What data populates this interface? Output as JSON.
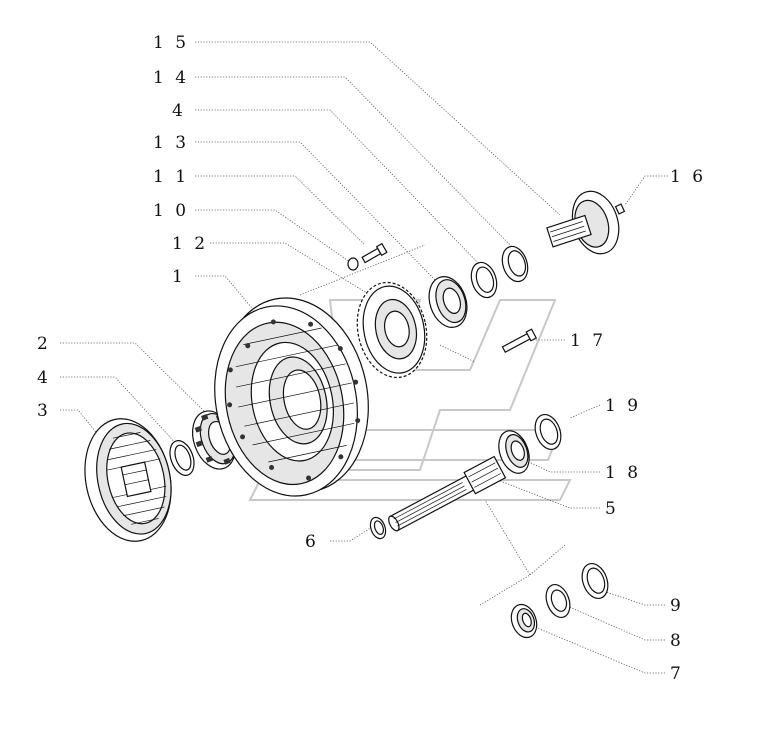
{
  "diagram": {
    "callouts": [
      {
        "id": "c15",
        "text": "1 5"
      },
      {
        "id": "c14",
        "text": "1 4"
      },
      {
        "id": "c4a",
        "text": "4"
      },
      {
        "id": "c13",
        "text": "1 3"
      },
      {
        "id": "c11",
        "text": "1 1"
      },
      {
        "id": "c10",
        "text": "1 0"
      },
      {
        "id": "c12",
        "text": "1 2"
      },
      {
        "id": "c1",
        "text": "1"
      },
      {
        "id": "c2",
        "text": "2"
      },
      {
        "id": "c4b",
        "text": "4"
      },
      {
        "id": "c3",
        "text": "3"
      },
      {
        "id": "c16",
        "text": "1 6"
      },
      {
        "id": "c17",
        "text": "1 7"
      },
      {
        "id": "c19",
        "text": "1 9"
      },
      {
        "id": "c18",
        "text": "1 8"
      },
      {
        "id": "c5",
        "text": "5"
      },
      {
        "id": "c6",
        "text": "6"
      },
      {
        "id": "c9",
        "text": "9"
      },
      {
        "id": "c8",
        "text": "8"
      },
      {
        "id": "c7",
        "text": "7"
      }
    ]
  }
}
